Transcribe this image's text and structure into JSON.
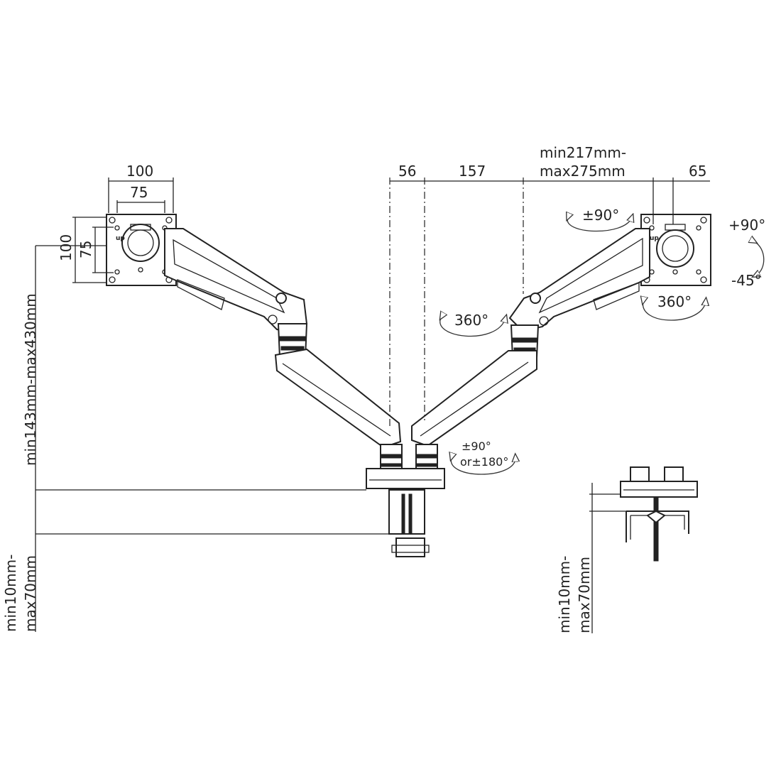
{
  "dimensions": {
    "vesa_outer_w": "100",
    "vesa_inner_w": "75",
    "vesa_outer_h": "100",
    "vesa_inner_h": "75",
    "center_gap": "56",
    "arm_offset": "157",
    "reach_line1": "min217mm-",
    "reach_line2": "max275mm",
    "plate_offset": "65",
    "height_range": "min143mm-max430mm",
    "desk_left_line1": "min10mm-",
    "desk_left_line2": "max70mm",
    "desk_right_line1": "min10mm-",
    "desk_right_line2": "max70mm"
  },
  "angles": {
    "pan_left": "360°",
    "tilt_head": "±90°",
    "tilt_up": "+90°",
    "tilt_down": "-45°",
    "swivel_head": "360°",
    "base_line1": "±90°",
    "base_line2": "or±180°"
  },
  "labels": {
    "up_left": "up",
    "up_right": "up"
  }
}
